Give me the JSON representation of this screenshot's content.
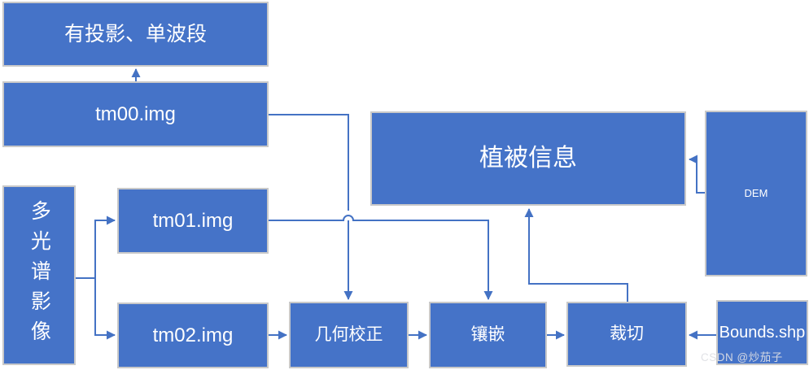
{
  "diagram": {
    "nodes": {
      "projected_single_band": {
        "label": "有投影、单波段"
      },
      "tm00": {
        "label": "tm00.img"
      },
      "multispectral_imagery": {
        "label": "多光谱影像"
      },
      "tm01": {
        "label": "tm01.img"
      },
      "tm02": {
        "label": "tm02.img"
      },
      "geometric_correction": {
        "label": "几何校正"
      },
      "mosaic": {
        "label": "镶嵌"
      },
      "clip": {
        "label": "裁切"
      },
      "bounds_shp": {
        "label": "Bounds.shp"
      },
      "vegetation_info": {
        "label": "植被信息"
      },
      "dem": {
        "label": "DEM"
      }
    },
    "edges": [
      {
        "from": "tm00",
        "to": "projected_single_band"
      },
      {
        "from": "tm00",
        "to": "geometric_correction"
      },
      {
        "from": "multispectral_imagery",
        "to": "tm01"
      },
      {
        "from": "multispectral_imagery",
        "to": "tm02"
      },
      {
        "from": "tm01",
        "to": "mosaic"
      },
      {
        "from": "tm02",
        "to": "geometric_correction"
      },
      {
        "from": "geometric_correction",
        "to": "mosaic"
      },
      {
        "from": "mosaic",
        "to": "clip"
      },
      {
        "from": "bounds_shp",
        "to": "clip"
      },
      {
        "from": "clip",
        "to": "vegetation_info"
      },
      {
        "from": "dem",
        "to": "vegetation_info"
      }
    ],
    "colors": {
      "box_fill": "#4573c8",
      "box_border": "#c9c9c9",
      "connector": "#4472c4",
      "label_text": "#ffffff"
    },
    "watermark": {
      "text": "CSDN @炒茄子"
    }
  }
}
